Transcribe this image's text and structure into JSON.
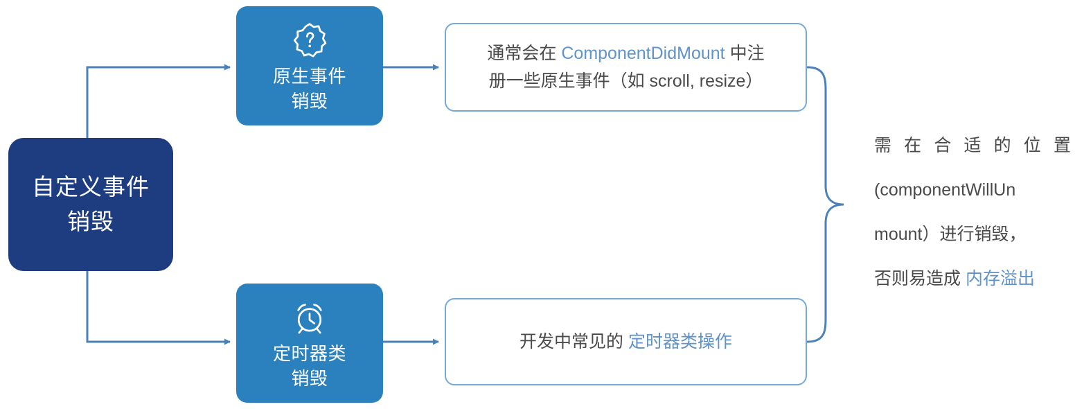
{
  "diagram": {
    "title": "自定义事件销毁",
    "background": "#ffffff",
    "colors": {
      "root_fill": "#1e3c80",
      "node_fill": "#2b81be",
      "box_border": "#76a9d8",
      "connector": "#4a81b8",
      "accent_text": "#5f93c9",
      "body_text": "#4a4a4a"
    },
    "root": {
      "label_line1": "自定义事件",
      "label_line2": "销毁"
    },
    "branches": [
      {
        "icon": "badge-question-icon",
        "node_label_line1": "原生事件",
        "node_label_line2": "销毁",
        "desc_line1_pre": "通常会在 ",
        "desc_line1_accent": "ComponentDidMount",
        "desc_line1_post": " 中注",
        "desc_line2": "册一些原生事件（如 scroll, resize）"
      },
      {
        "icon": "alarm-clock-icon",
        "node_label_line1": "定时器类",
        "node_label_line2": "销毁",
        "desc_line1_pre": "开发中常见的 ",
        "desc_line1_accent": "定时器类操作",
        "desc_line1_post": "",
        "desc_line2": ""
      }
    ],
    "summary": {
      "line1_chars": [
        "需",
        "在",
        "合",
        "适",
        "的",
        "位",
        "置"
      ],
      "line2": "(componentWillUn",
      "line3": "mount）进行销毁，",
      "line4_pre": "否则易造成 ",
      "line4_accent": "内存溢出"
    }
  }
}
